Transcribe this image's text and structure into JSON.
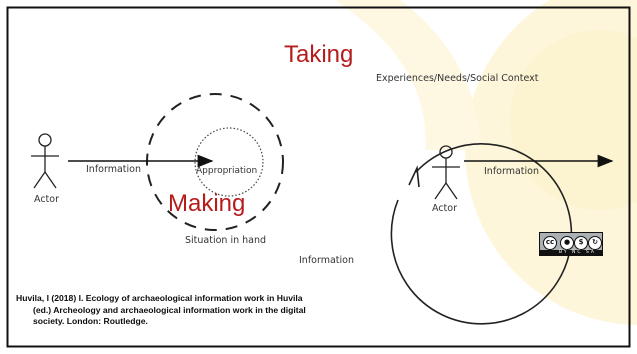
{
  "diagram": {
    "labels": {
      "taking": "Taking",
      "making": "Making",
      "experiences": "Experiences/Needs/Social Context",
      "appropriation": "Appropriation",
      "situation": "Situation in hand",
      "info_left": "Information",
      "info_bottom": "Information",
      "info_right": "Information",
      "actor_left": "Actor",
      "actor_right": "Actor"
    }
  },
  "citation": {
    "line1": "Huvila, I (2018) I. Ecology of archaeological information work in Huvila",
    "line2": "(ed.) Archeology and archaeological information work in the digital",
    "line3": "society. London: Routledge."
  },
  "license": {
    "badge_text": "cc",
    "footer": "BY NC SA"
  },
  "colors": {
    "accent_red": "#b71c1c",
    "decor_yellow": "#fdf6da",
    "frame": "#111111"
  }
}
